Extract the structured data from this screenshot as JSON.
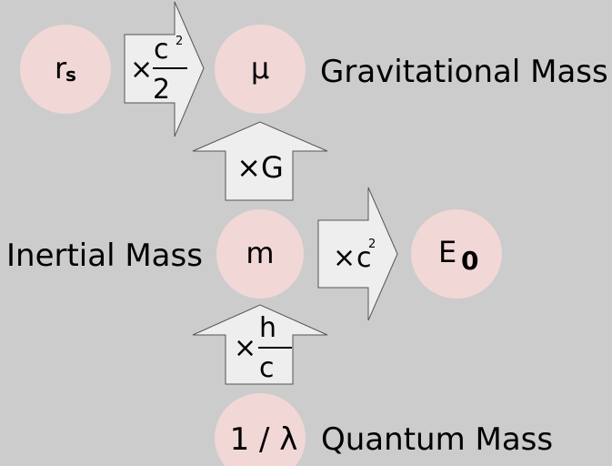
{
  "colors": {
    "background": "#cccccc",
    "node": "#f2d7d7",
    "arrow": "#eeeeee"
  },
  "nodes": {
    "rs": {
      "main": "r",
      "sub": "s"
    },
    "mu": {
      "label": "μ"
    },
    "m": {
      "label": "m"
    },
    "e0": {
      "main": "E",
      "sub": "0"
    },
    "lambda": {
      "label": "1 / λ"
    }
  },
  "arrows": {
    "rs_to_mu": {
      "times": "×",
      "num": "c",
      "exp": "2",
      "den": "2"
    },
    "m_to_mu": {
      "label": "×G"
    },
    "m_to_e0": {
      "times": "×",
      "base": "c",
      "exp": "2"
    },
    "lambda_to_m": {
      "times": "×",
      "num": "h",
      "den": "c"
    }
  },
  "labels": {
    "gravitational": "Gravitational Mass",
    "inertial": "Inertial Mass",
    "quantum": "Quantum Mass"
  }
}
